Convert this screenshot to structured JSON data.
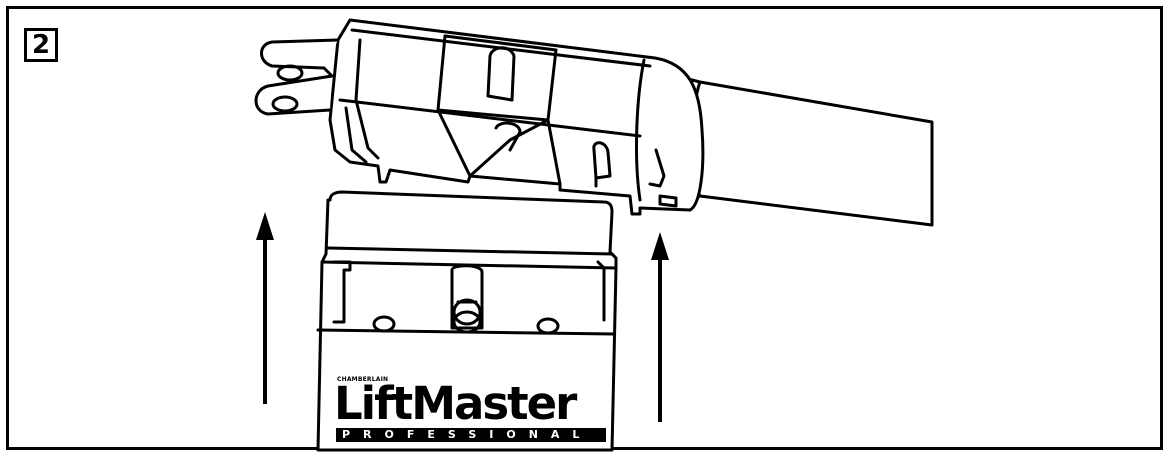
{
  "step": {
    "number": "2"
  },
  "brand": {
    "maker": "CHAMBERLAIN",
    "name": "LiftMaster",
    "tier": "PROFESSIONAL"
  },
  "colors": {
    "ink": "#000000",
    "paper": "#ffffff"
  },
  "icons": [
    "arrow-up-icon",
    "arrow-up-icon"
  ]
}
